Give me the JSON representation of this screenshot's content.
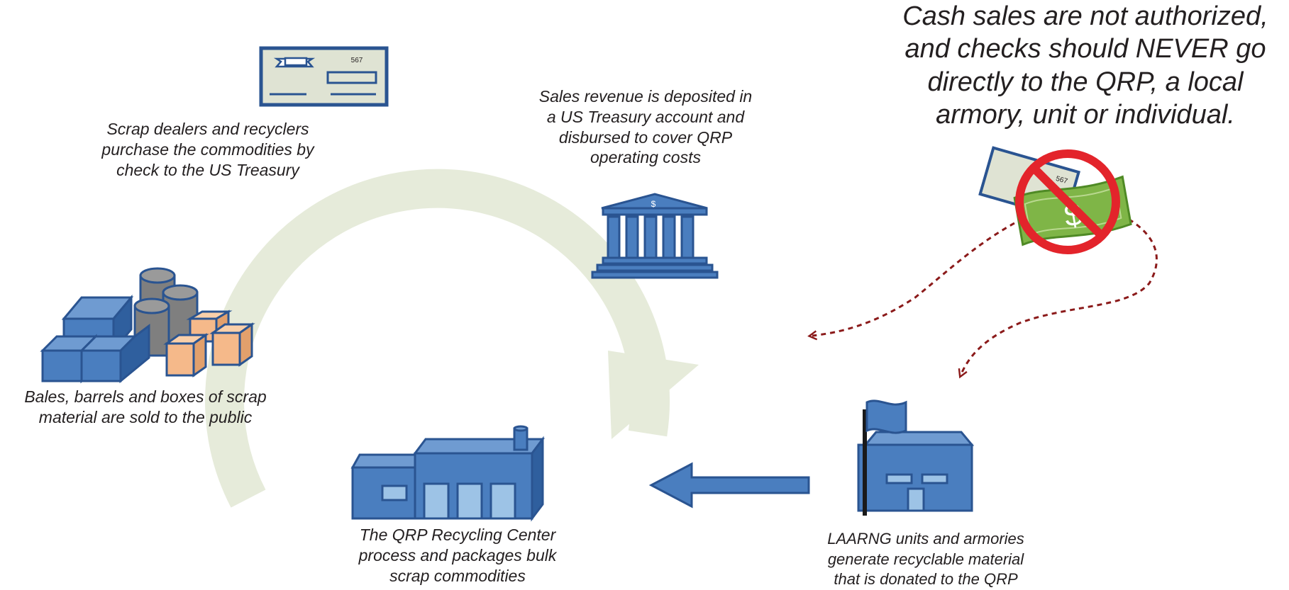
{
  "captions": {
    "scrap_dealers": [
      "Scrap dealers and recyclers",
      "purchase the commodities by",
      "check to the US Treasury"
    ],
    "treasury": [
      "Sales revenue is deposited in",
      "a US Treasury account and",
      "disbursed to cover QRP",
      "operating costs"
    ],
    "bales": [
      "Bales, barrels and boxes of scrap",
      "material are sold to the public"
    ],
    "recycling_center": [
      "The QRP Recycling Center",
      "process and packages bulk",
      "scrap commodities"
    ],
    "laarng": [
      "LAARNG units and armories",
      "generate recyclable material",
      "that is donated to the QRP"
    ],
    "warning": [
      "Cash sales are not authorized,",
      "and checks should NEVER go",
      "directly to the QRP, a local",
      "armory, unit or individual."
    ]
  },
  "icons": {
    "check_number": "567",
    "bank_symbol": "$",
    "cash_symbol": "$",
    "crossed_check_number": "567"
  },
  "colors": {
    "blue": "#4a7ebf",
    "blue_dark": "#2a5491",
    "cycle_arrow": "#e6ebda",
    "check_fill": "#dfe3d3",
    "orange_box": "#f5b98a",
    "barrel": "#7f7f7f",
    "money_green": "#7fb547",
    "prohibit_red": "#e3242b",
    "dotted_red": "#8b1a1a"
  }
}
